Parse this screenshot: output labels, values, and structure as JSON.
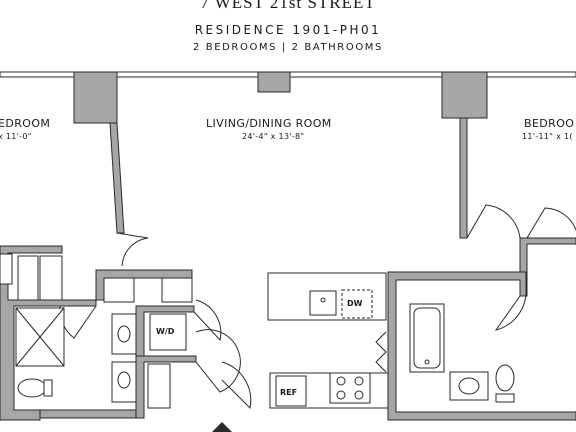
{
  "header": {
    "street": "7 WEST 21st STREET",
    "residence": "RESIDENCE 1901-PH01",
    "rooms_summary": "2 BEDROOMS | 2 BATHROOMS"
  },
  "rooms": {
    "bedroom_left": {
      "name": "EDROOM",
      "dims": "x 11'-0\""
    },
    "living": {
      "name": "LIVING/DINING ROOM",
      "dims": "24'-4\" x 13'-8\""
    },
    "bedroom_right": {
      "name": "BEDROO",
      "dims": "11'-11\" x 1("
    }
  },
  "fixtures": {
    "washer_dryer": "W/D",
    "dishwasher": "DW",
    "refrigerator": "REF"
  },
  "colors": {
    "wall": "#a6a6a6",
    "line": "#2a2a2a"
  }
}
